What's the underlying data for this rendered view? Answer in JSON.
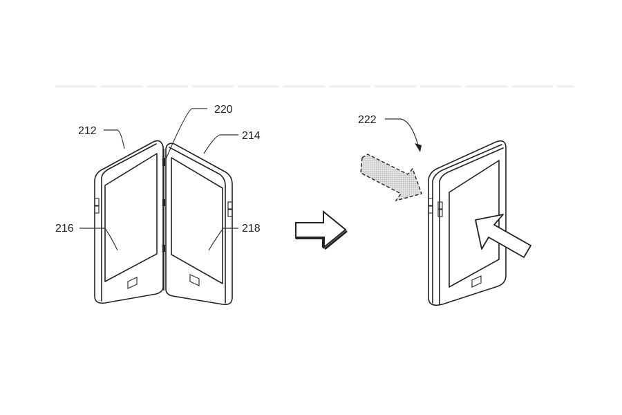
{
  "figure": {
    "labels": {
      "device_left": "212",
      "device_right": "214",
      "hinge": "220",
      "screen_left": "216",
      "screen_right": "218",
      "folded_device": "222"
    },
    "colors": {
      "ink": "#222222",
      "shading": "#cfcfcf",
      "background": "#ffffff"
    }
  }
}
